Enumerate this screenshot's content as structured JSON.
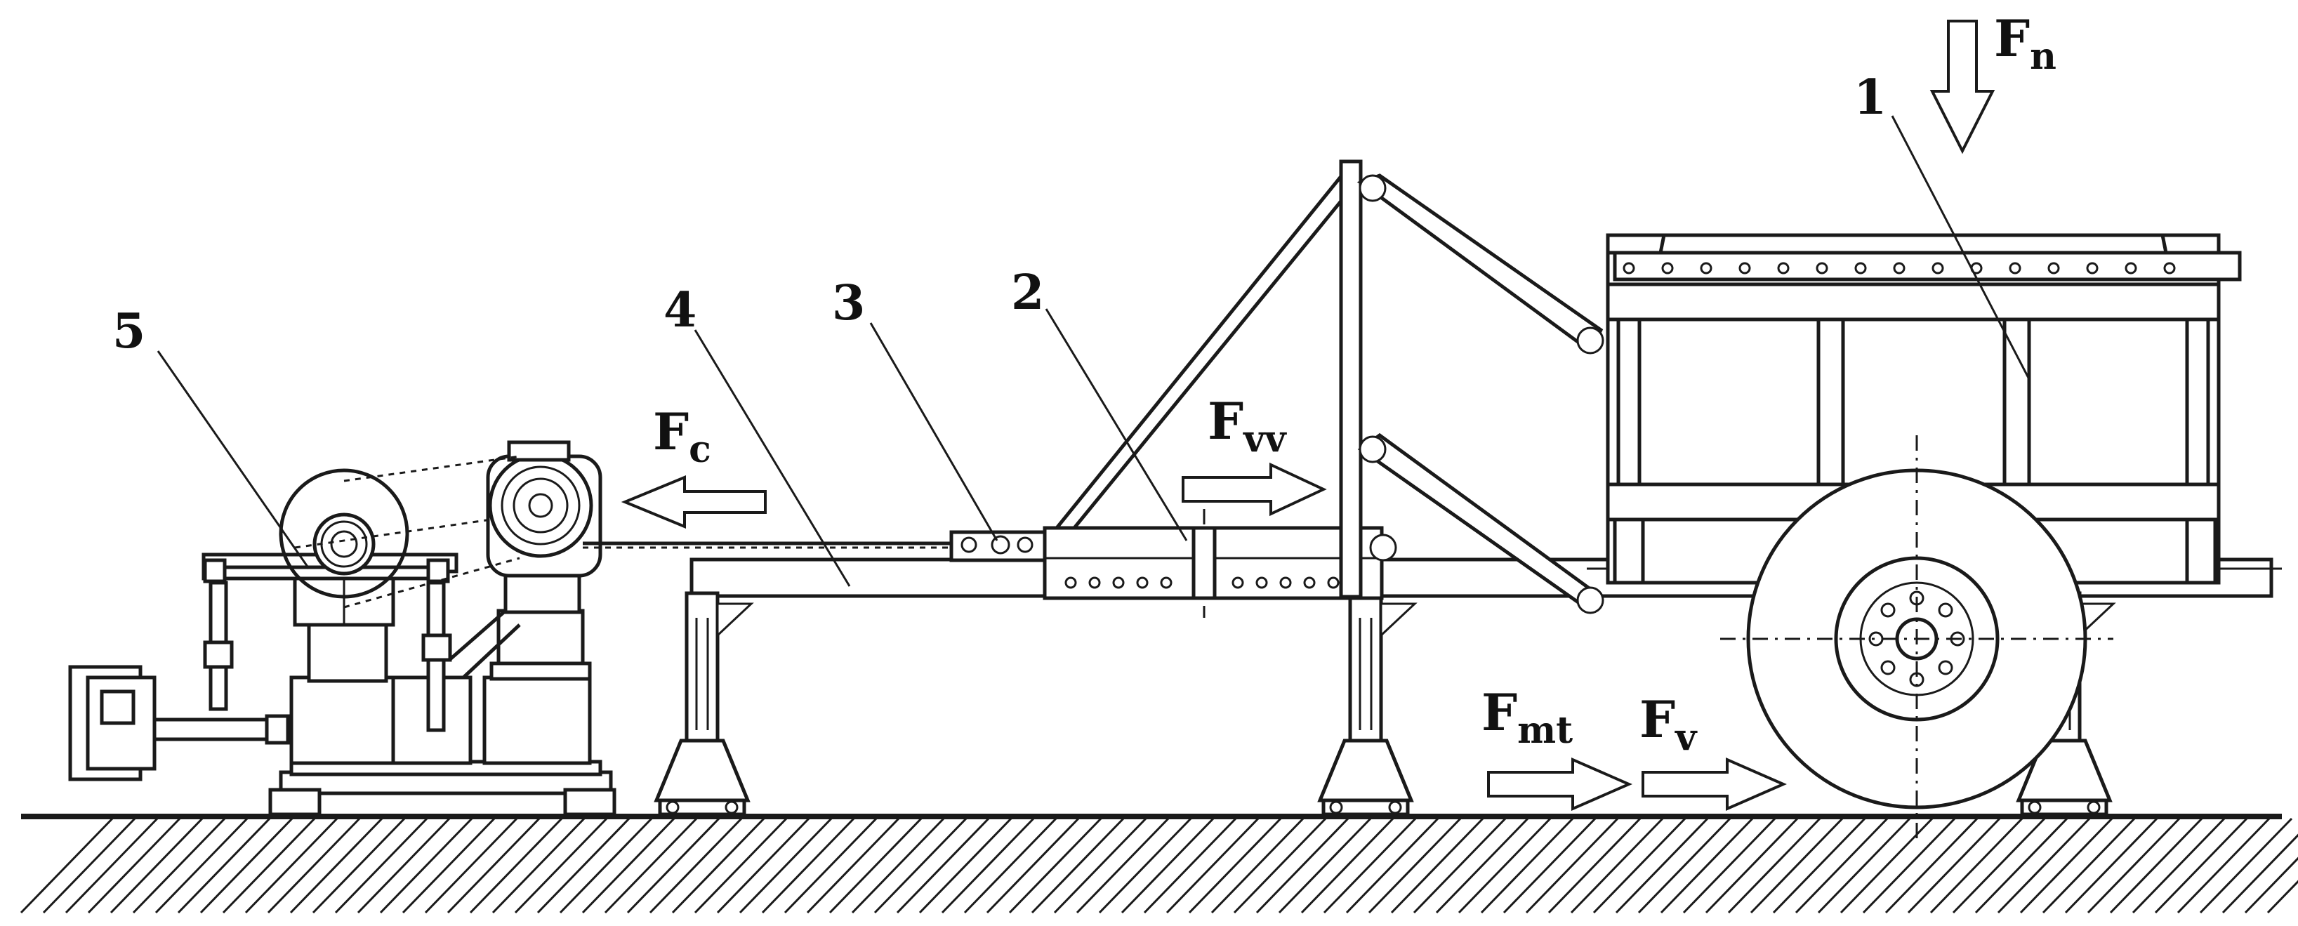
{
  "diagram": {
    "callouts": [
      {
        "key": "c1",
        "label": "1"
      },
      {
        "key": "c2",
        "label": "2"
      },
      {
        "key": "c3",
        "label": "3"
      },
      {
        "key": "c4",
        "label": "4"
      },
      {
        "key": "c5",
        "label": "5"
      }
    ],
    "forces": [
      {
        "key": "fn",
        "base": "F",
        "sub": "n"
      },
      {
        "key": "fc",
        "base": "F",
        "sub": "c"
      },
      {
        "key": "fvv",
        "base": "F",
        "sub": "vv"
      },
      {
        "key": "fmt",
        "base": "F",
        "sub": "mt"
      },
      {
        "key": "fv",
        "base": "F",
        "sub": "v"
      }
    ]
  }
}
